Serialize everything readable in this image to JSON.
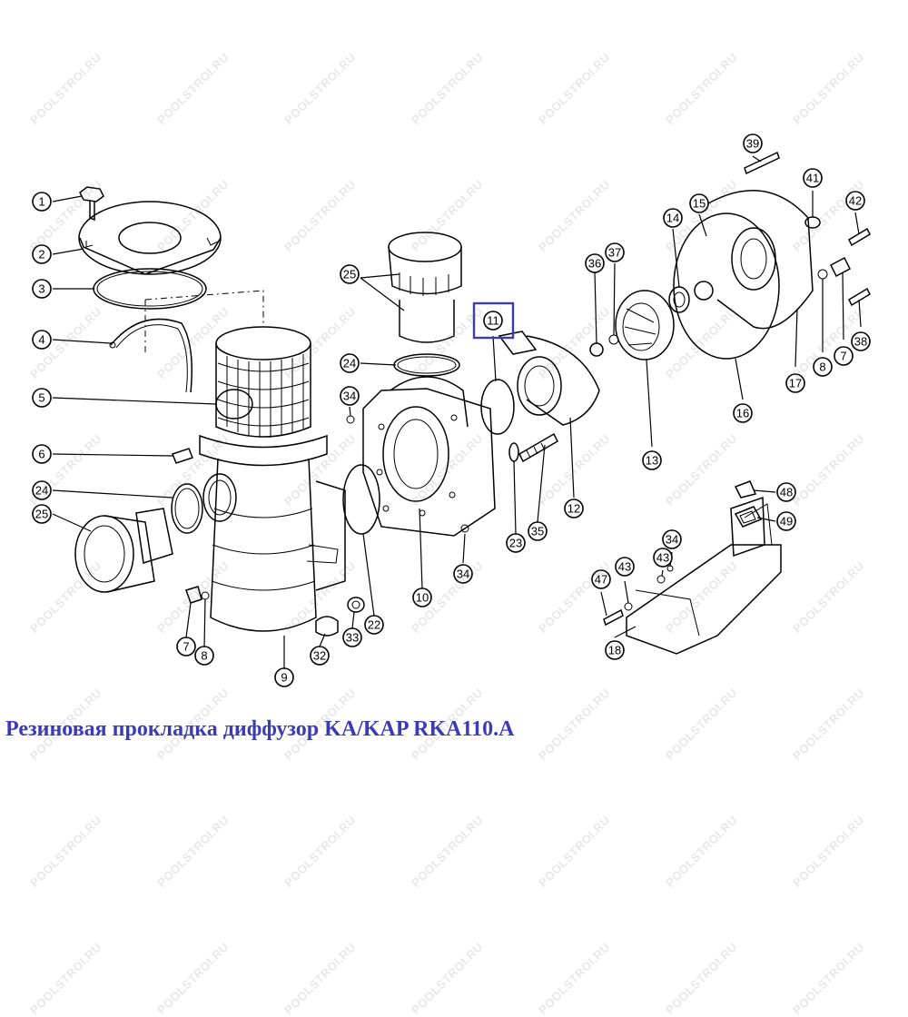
{
  "caption": "Резиновая прокладка диффузор KA/KAP RKA110.A",
  "watermark": "POOLSTROI.RU",
  "highlighted_part": "11",
  "colors": {
    "caption": "#3b3bb6",
    "highlight": "#3c3cb0",
    "watermark": "#c8c8c8",
    "lines": "#000000"
  },
  "callouts": [
    {
      "id": "c1",
      "label": "1"
    },
    {
      "id": "c2",
      "label": "2"
    },
    {
      "id": "c3",
      "label": "3"
    },
    {
      "id": "c4",
      "label": "4"
    },
    {
      "id": "c5",
      "label": "5"
    },
    {
      "id": "c6",
      "label": "6"
    },
    {
      "id": "c24a",
      "label": "24"
    },
    {
      "id": "c25a",
      "label": "25"
    },
    {
      "id": "c7a",
      "label": "7"
    },
    {
      "id": "c8a",
      "label": "8"
    },
    {
      "id": "c9",
      "label": "9"
    },
    {
      "id": "c32",
      "label": "32"
    },
    {
      "id": "c33",
      "label": "33"
    },
    {
      "id": "c22",
      "label": "22"
    },
    {
      "id": "c25b",
      "label": "25"
    },
    {
      "id": "c24b",
      "label": "24"
    },
    {
      "id": "c34a",
      "label": "34"
    },
    {
      "id": "c10",
      "label": "10"
    },
    {
      "id": "c34b",
      "label": "34"
    },
    {
      "id": "c11",
      "label": "11"
    },
    {
      "id": "c23",
      "label": "23"
    },
    {
      "id": "c35",
      "label": "35"
    },
    {
      "id": "c12",
      "label": "12"
    },
    {
      "id": "c36",
      "label": "36"
    },
    {
      "id": "c37",
      "label": "37"
    },
    {
      "id": "c13",
      "label": "13"
    },
    {
      "id": "c14",
      "label": "14"
    },
    {
      "id": "c15",
      "label": "15"
    },
    {
      "id": "c16",
      "label": "16"
    },
    {
      "id": "c39",
      "label": "39"
    },
    {
      "id": "c41",
      "label": "41"
    },
    {
      "id": "c42",
      "label": "42"
    },
    {
      "id": "c17",
      "label": "17"
    },
    {
      "id": "c8b",
      "label": "8"
    },
    {
      "id": "c7b",
      "label": "7"
    },
    {
      "id": "c38",
      "label": "38"
    },
    {
      "id": "c48",
      "label": "48"
    },
    {
      "id": "c49",
      "label": "49"
    },
    {
      "id": "c34c",
      "label": "34"
    },
    {
      "id": "c43a",
      "label": "43"
    },
    {
      "id": "c47",
      "label": "47"
    },
    {
      "id": "c43b",
      "label": "43"
    },
    {
      "id": "c18",
      "label": "18"
    }
  ]
}
